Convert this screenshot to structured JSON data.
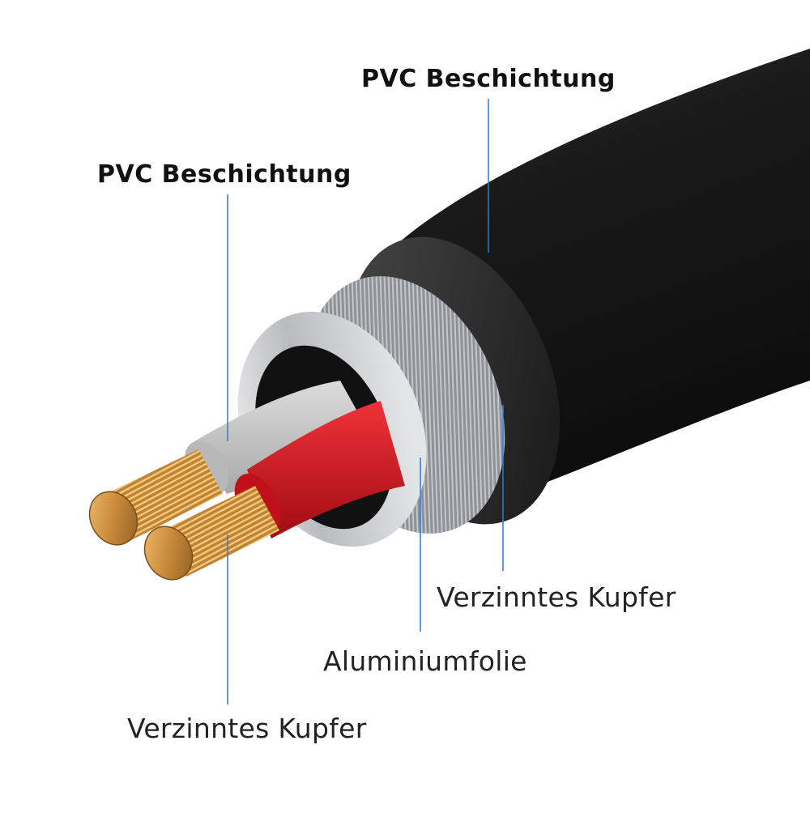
{
  "labels": {
    "outer_jacket": "PVC Beschichtung",
    "inner_insulation": "PVC Beschichtung",
    "braid": "Verzinntes Kupfer",
    "foil": "Aluminiumfolie",
    "conductor": "Verzinntes Kupfer"
  },
  "colors": {
    "jacket": "#1b1b1b",
    "insulation_red": "#d8141c",
    "insulation_grey": "#c9c9c9",
    "foil": "#c4c6c8",
    "copper": "#c88a3a",
    "leader_line": "#2a7fd4"
  }
}
